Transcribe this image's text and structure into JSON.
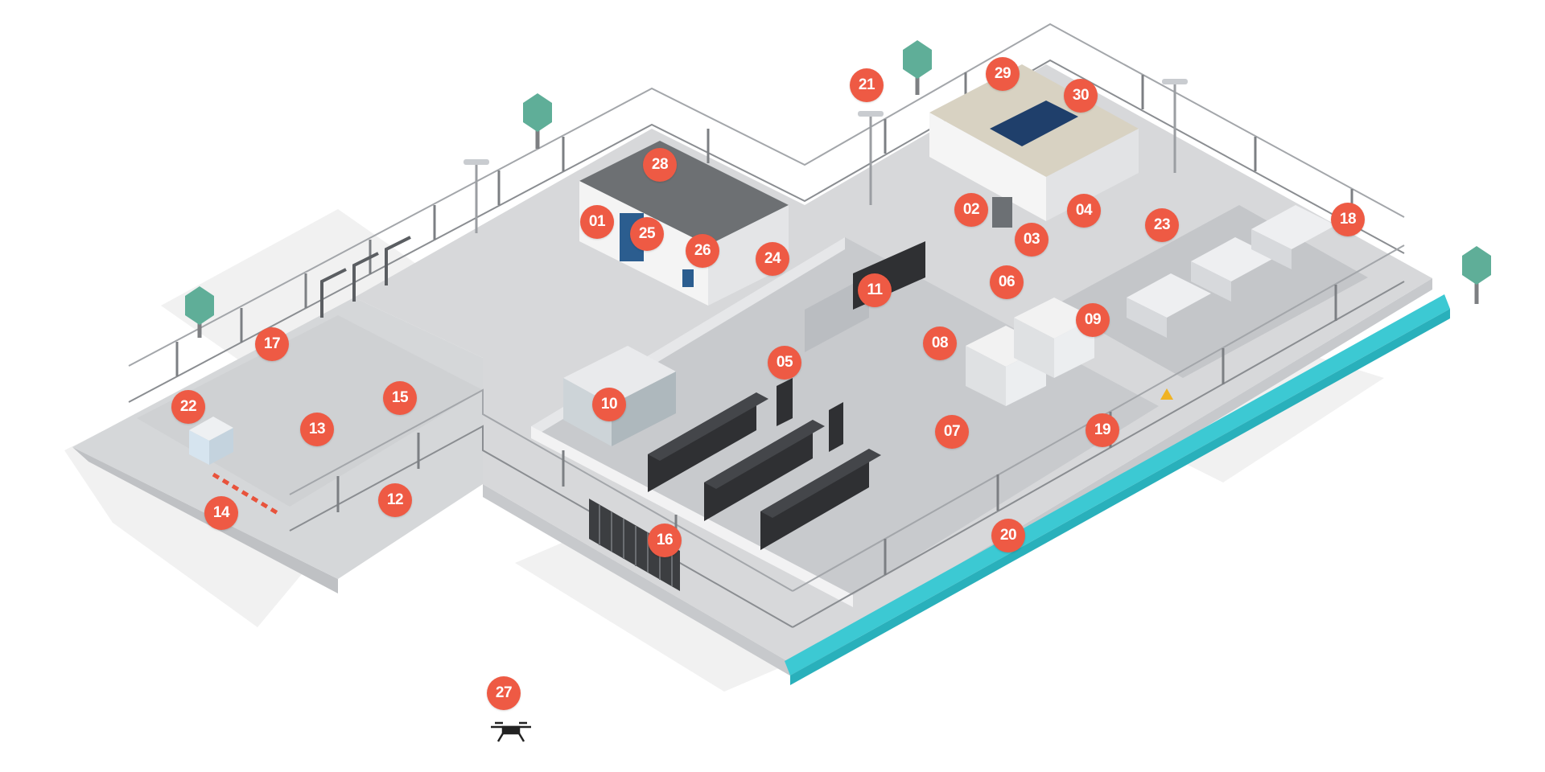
{
  "colors": {
    "accent": "#ee5a44",
    "ground": "#d4d6d8",
    "ground_dark": "#c3c5c8",
    "fence": "#8a8d91",
    "water": "#3cc9d3",
    "tree": "#5fae98",
    "rack": "#2f3033",
    "building": "#f4f4f4",
    "roof": "#6d7073",
    "solar": "#1f3f6b"
  },
  "icons": [
    "drone-icon",
    "tree-icon",
    "security-camera-icon",
    "warning-sign-icon"
  ],
  "markers": [
    {
      "id": "01",
      "label": "01"
    },
    {
      "id": "02",
      "label": "02"
    },
    {
      "id": "03",
      "label": "03"
    },
    {
      "id": "04",
      "label": "04"
    },
    {
      "id": "05",
      "label": "05"
    },
    {
      "id": "06",
      "label": "06"
    },
    {
      "id": "07",
      "label": "07"
    },
    {
      "id": "08",
      "label": "08"
    },
    {
      "id": "09",
      "label": "09"
    },
    {
      "id": "10",
      "label": "10"
    },
    {
      "id": "11",
      "label": "11"
    },
    {
      "id": "12",
      "label": "12"
    },
    {
      "id": "13",
      "label": "13"
    },
    {
      "id": "14",
      "label": "14"
    },
    {
      "id": "15",
      "label": "15"
    },
    {
      "id": "16",
      "label": "16"
    },
    {
      "id": "17",
      "label": "17"
    },
    {
      "id": "18",
      "label": "18"
    },
    {
      "id": "19",
      "label": "19"
    },
    {
      "id": "20",
      "label": "20"
    },
    {
      "id": "21",
      "label": "21"
    },
    {
      "id": "22",
      "label": "22"
    },
    {
      "id": "23",
      "label": "23"
    },
    {
      "id": "24",
      "label": "24"
    },
    {
      "id": "25",
      "label": "25"
    },
    {
      "id": "26",
      "label": "26"
    },
    {
      "id": "27",
      "label": "27"
    },
    {
      "id": "28",
      "label": "28"
    },
    {
      "id": "29",
      "label": "29"
    },
    {
      "id": "30",
      "label": "30"
    }
  ]
}
